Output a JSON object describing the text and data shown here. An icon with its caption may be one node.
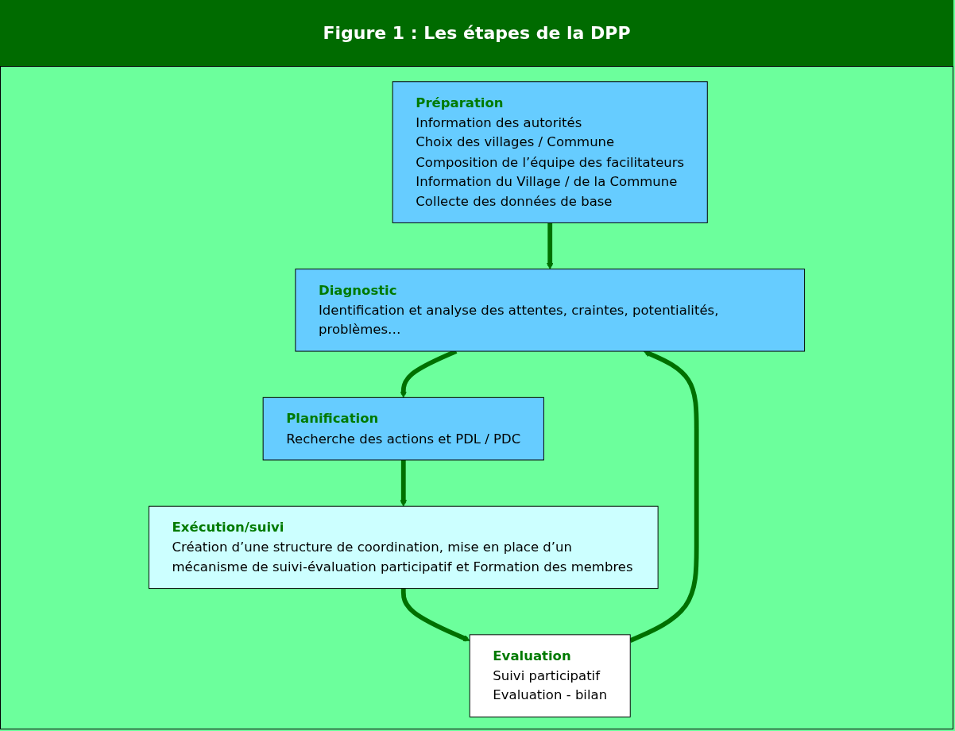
{
  "diagram": {
    "title": "Figure 1 : Les étapes de la DPP",
    "nodes": [
      {
        "text": [
          "Préparation",
          "Information des autorités",
          "Choix des villages / Commune",
          "Composition de l’équipe des facilitateurs",
          "Information du Village / de la Commune",
          "Collecte des données de base"
        ]
      },
      {
        "text": [
          "Diagnostic",
          "Identification et analyse des attentes, craintes, potentialités, problèmes…"
        ]
      },
      {
        "text": [
          "Planification",
          "Recherche des actions et PDL / PDC"
        ]
      },
      {
        "text": [
          "Exécution/suivi",
          "Création d’une structure de coordination, mise en place d’un mécanisme de suivi-évaluation participatif et Formation des membres"
        ]
      },
      {
        "text": [
          "Evaluation",
          "Suivi participatif",
          "Evaluation - bilan"
        ]
      }
    ],
    "edges": [
      {
        "from": 0,
        "to": 1,
        "arrow": "to"
      },
      {
        "from": 1,
        "to": 2,
        "arrow": "to"
      },
      {
        "from": 2,
        "to": 3,
        "arrow": "to"
      },
      {
        "from": 3,
        "to": 4,
        "arrow": "to"
      },
      {
        "from": 4,
        "to": 1,
        "arrow": "to"
      }
    ]
  }
}
